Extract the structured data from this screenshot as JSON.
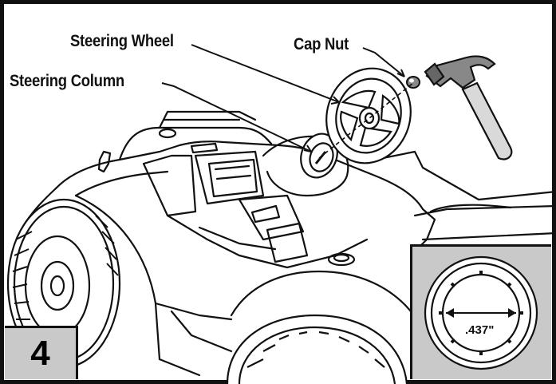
{
  "labels": {
    "steering_wheel": "Steering Wheel",
    "cap_nut": "Cap Nut",
    "steering_column": "Steering Column"
  },
  "step_number": "4",
  "inset": {
    "measurement": ".437\""
  }
}
